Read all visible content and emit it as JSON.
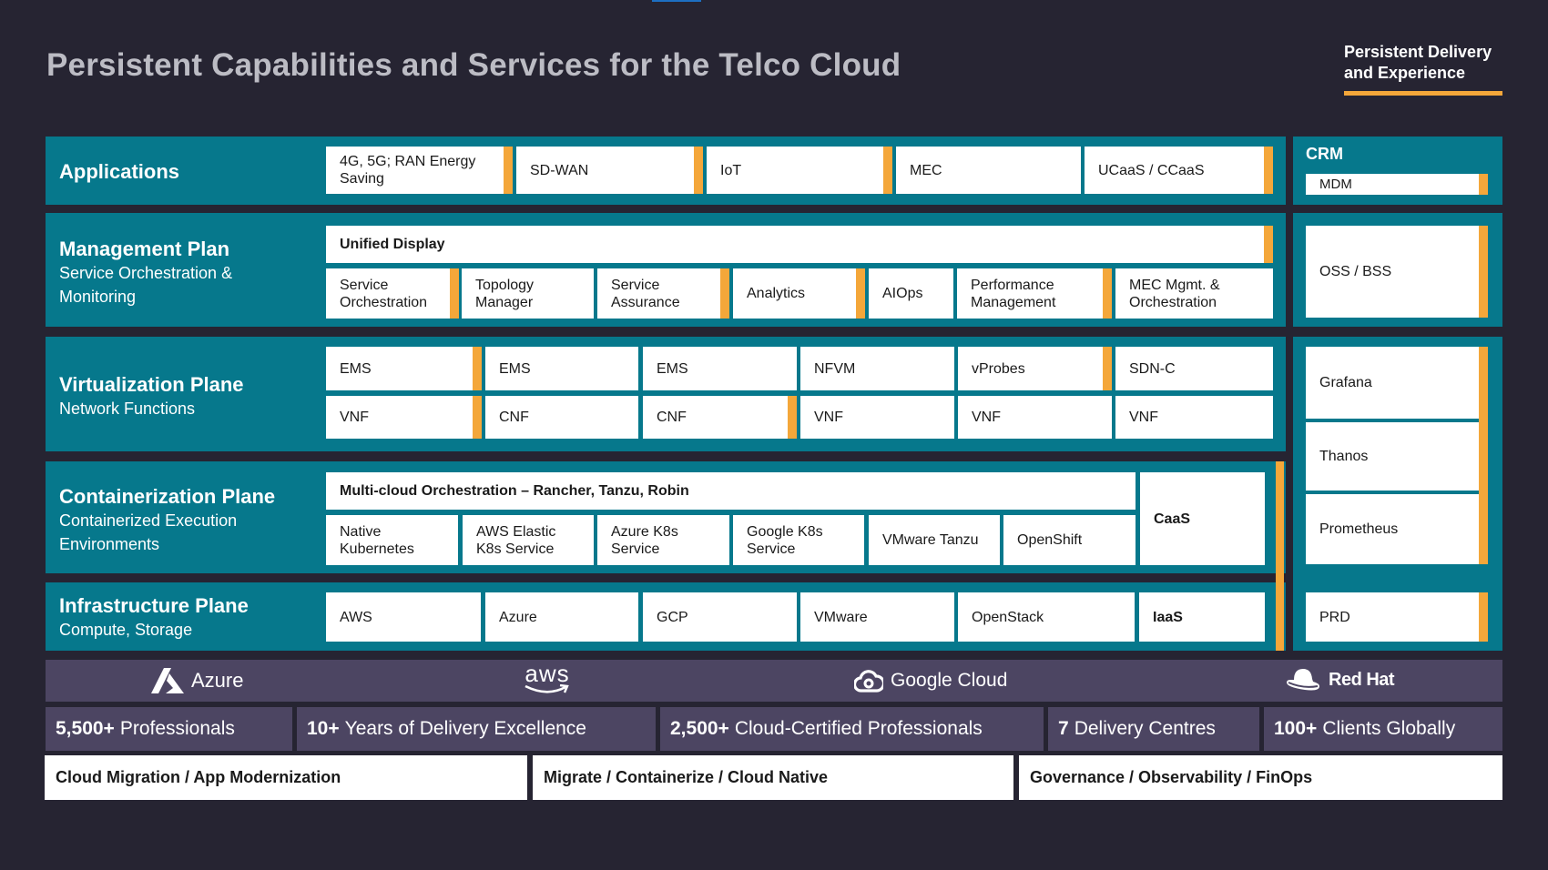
{
  "title": "Persistent Capabilities and Services for the Telco Cloud",
  "delivery": {
    "label": "Persistent Delivery and Experience",
    "accent": "#f4a73a"
  },
  "colors": {
    "background": "#262432",
    "band": "#06788c",
    "accent": "#f4a73a",
    "provider_band": "#4c4562"
  },
  "applications": {
    "title": "Applications",
    "items": [
      "4G, 5G; RAN Energy Saving",
      "SD-WAN",
      "IoT",
      "MEC",
      "UCaaS / CCaaS"
    ]
  },
  "management": {
    "title": "Management Plan",
    "subtitle": "Service Orchestration & Monitoring",
    "unified": "Unified Display",
    "items": [
      "Service Orchestration",
      "Topology Manager",
      "Service Assurance",
      "Analytics",
      "AIOps",
      "Performance Management",
      "MEC Mgmt. & Orchestration"
    ]
  },
  "virtualization": {
    "title": "Virtualization Plane",
    "subtitle": "Network Functions",
    "row1": [
      "EMS",
      "EMS",
      "EMS",
      "NFVM",
      "vProbes",
      "SDN-C"
    ],
    "row2": [
      "VNF",
      "CNF",
      "CNF",
      "VNF",
      "VNF",
      "VNF"
    ]
  },
  "containerization": {
    "title": "Containerization Plane",
    "subtitle": "Containerized Execution Environments",
    "orchestration": "Multi-cloud Orchestration – Rancher, Tanzu, Robin",
    "items": [
      "Native Kubernetes",
      "AWS Elastic K8s Service",
      "Azure K8s Service",
      "Google K8s Service",
      "VMware Tanzu",
      "OpenShift"
    ],
    "caas": "CaaS"
  },
  "infrastructure": {
    "title": "Infrastructure Plane",
    "subtitle": "Compute, Storage",
    "items": [
      "AWS",
      "Azure",
      "GCP",
      "VMware",
      "OpenStack"
    ],
    "iaas": "IaaS"
  },
  "sidebar": {
    "crm": "CRM",
    "mdm": "MDM",
    "oss": "OSS / BSS",
    "observability": [
      "Grafana",
      "Thanos",
      "Prometheus"
    ],
    "prd": "PRD"
  },
  "providers": {
    "azure": "Azure",
    "aws": "aws",
    "google": "Google Cloud",
    "redhat": "Red Hat"
  },
  "stats": [
    {
      "value": "5,500+",
      "label": "Professionals"
    },
    {
      "value": "10+",
      "label": "Years of Delivery Excellence"
    },
    {
      "value": "2,500+",
      "label": "Cloud-Certified Professionals"
    },
    {
      "value": "7",
      "label": "Delivery Centres"
    },
    {
      "value": "100+",
      "label": "Clients Globally"
    }
  ],
  "pills": [
    "Cloud Migration / App Modernization",
    "Migrate / Containerize / Cloud Native",
    "Governance / Observability / FinOps"
  ]
}
